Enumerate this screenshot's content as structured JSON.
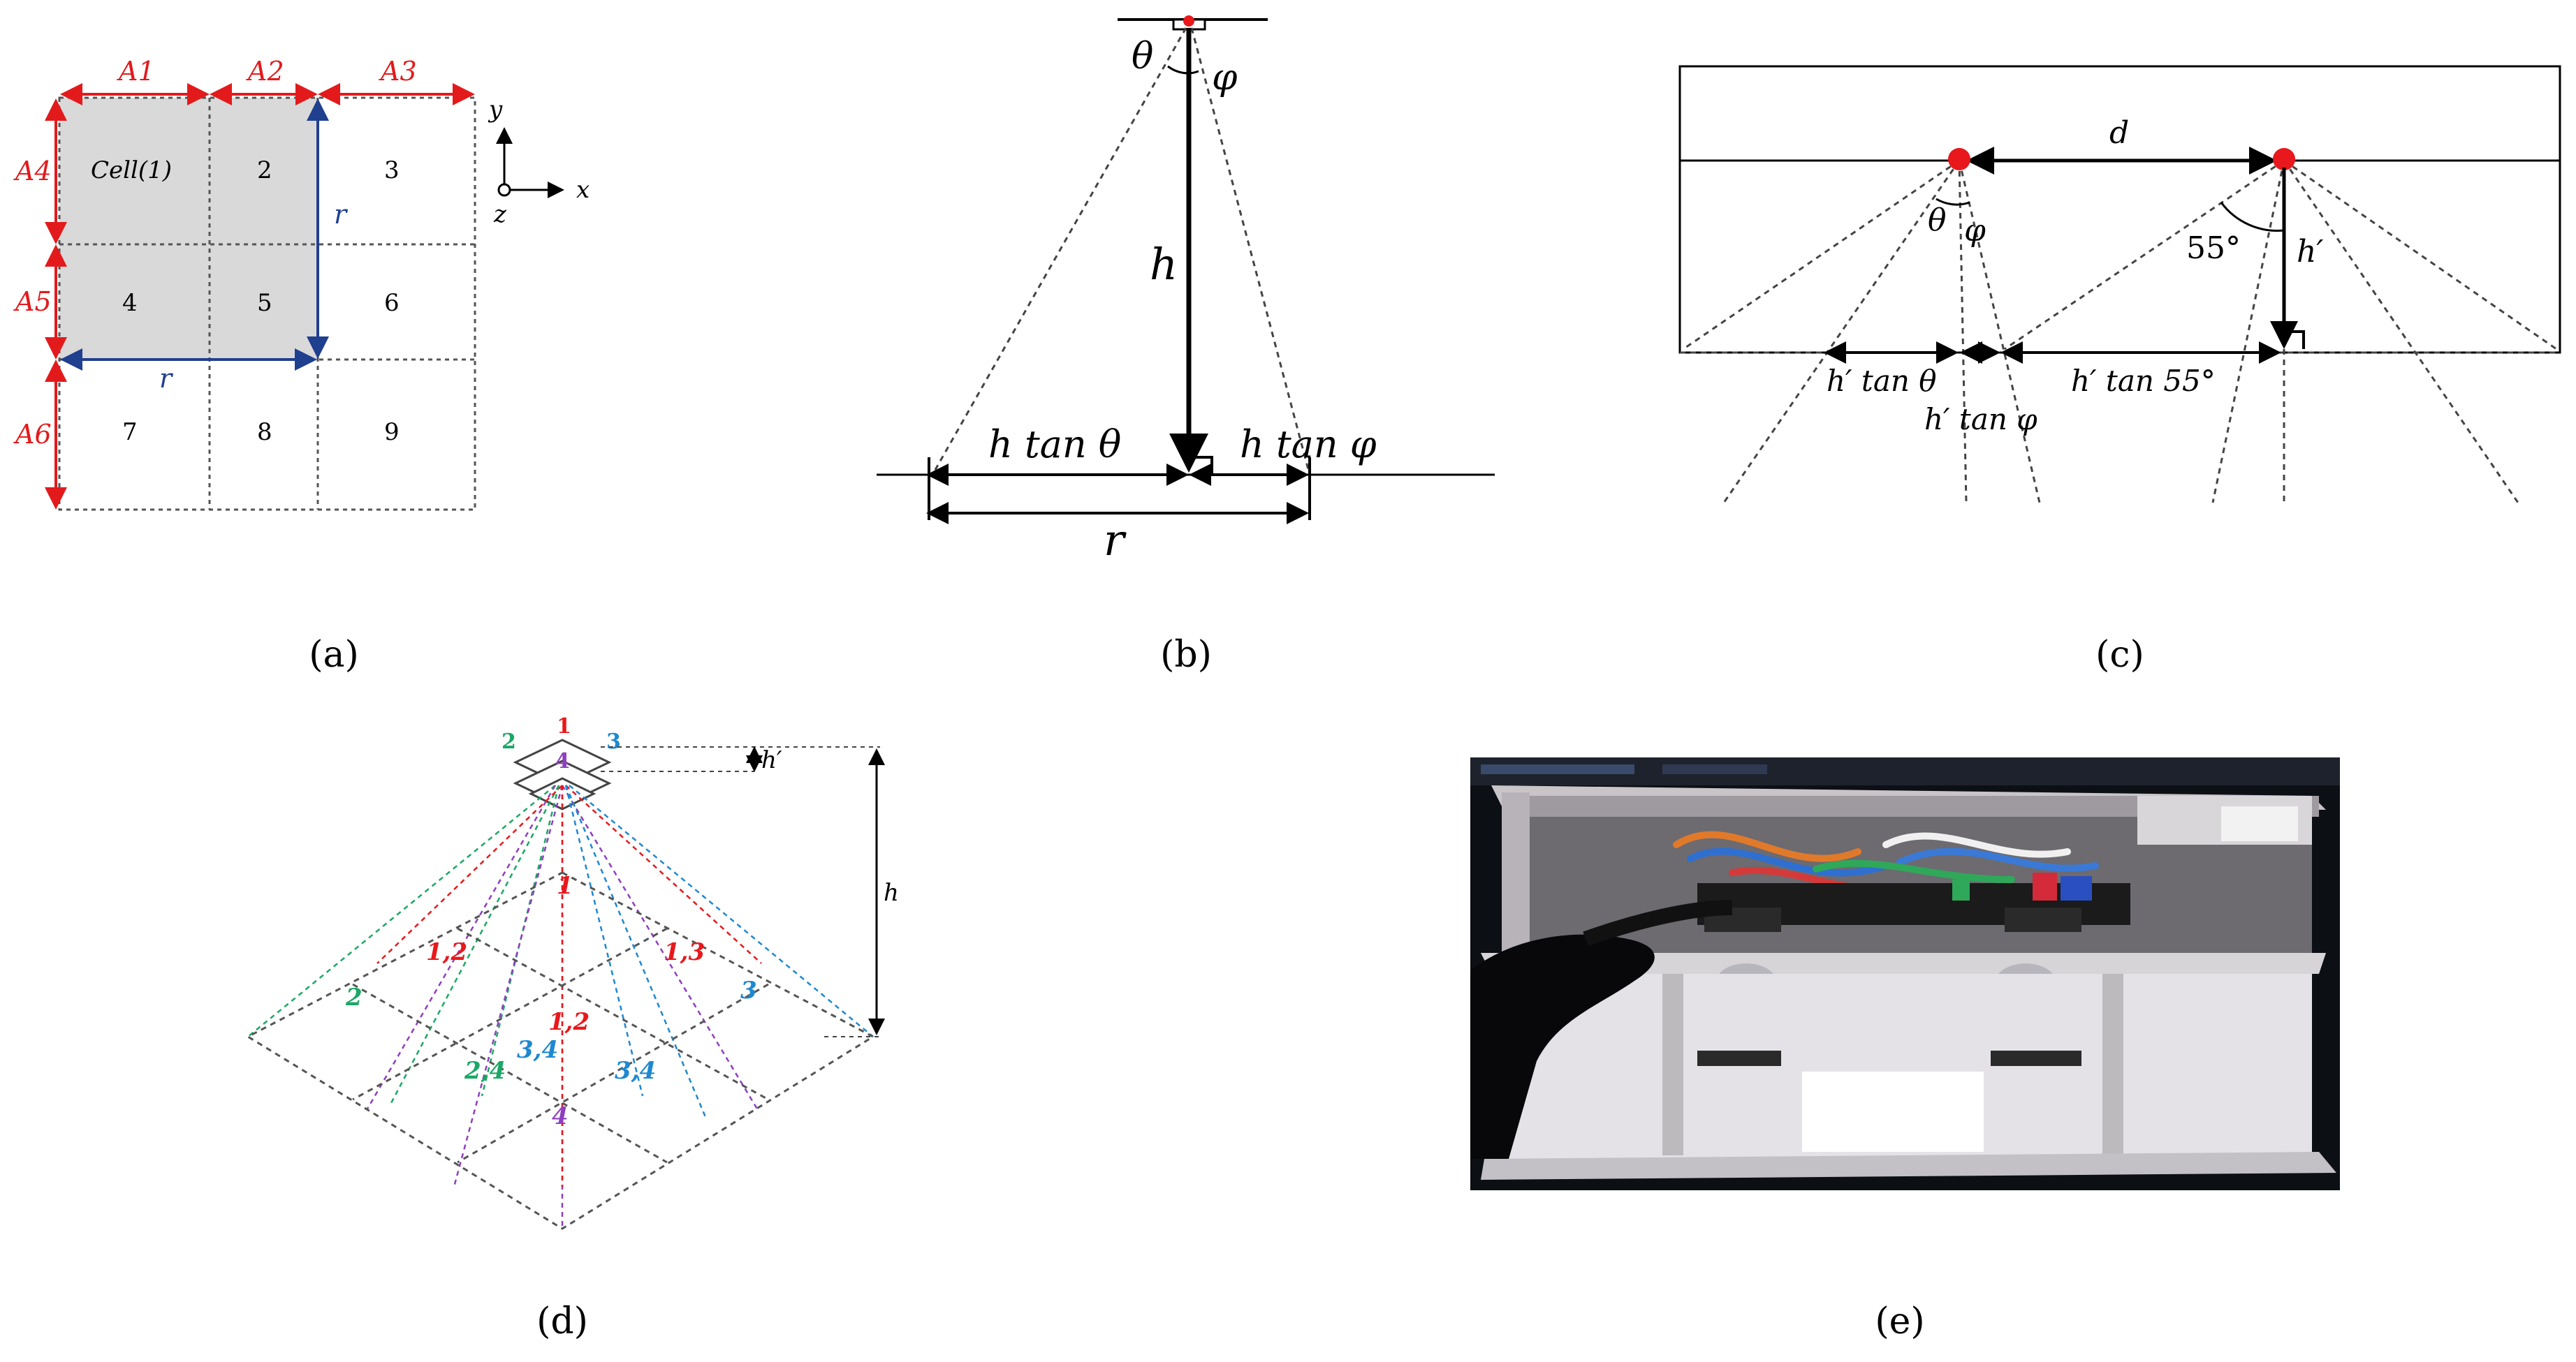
{
  "panel_a": {
    "caption": "(a)",
    "widths": [
      "A1",
      "A2",
      "A3"
    ],
    "heights": [
      "A4",
      "A5",
      "A6"
    ],
    "cell_labels": [
      "Cell(1)",
      "2",
      "3",
      "4",
      "5",
      "6",
      "7",
      "8",
      "9"
    ],
    "r_label": "r",
    "axis_y": "y",
    "axis_x": "x",
    "axis_z": "z",
    "colors": {
      "area_arrows": "#e31a1c",
      "r_arrows": "#1f3f8f",
      "shaded": "#d9d9d9"
    }
  },
  "panel_b": {
    "caption": "(b)",
    "theta": "θ",
    "phi": "φ",
    "h": "h",
    "left_seg": "h tan θ",
    "right_seg": "h tan φ",
    "r": "r"
  },
  "panel_c": {
    "caption": "(c)",
    "d": "d",
    "theta": "θ",
    "phi": "φ",
    "angle": "55°",
    "h_prime": "h′",
    "seg1": "h′ tan θ",
    "seg2": "h′ tan φ",
    "seg3": "h′ tan 55°",
    "colors": {
      "sensor": "#e8181c"
    }
  },
  "panel_d": {
    "caption": "(d)",
    "sensor_ids": [
      "1",
      "2",
      "3",
      "4"
    ],
    "h_prime": "h′",
    "h": "h",
    "cell_tags": [
      "1",
      "1,2",
      "1,3",
      "2",
      "3",
      "1,2",
      "3,4",
      "2,4",
      "3,4",
      "4"
    ],
    "colors": {
      "s1": "#e8181c",
      "s2": "#1aa864",
      "s3": "#1e88d0",
      "s4": "#8e3fbf"
    }
  },
  "panel_e": {
    "caption": "(e)"
  }
}
